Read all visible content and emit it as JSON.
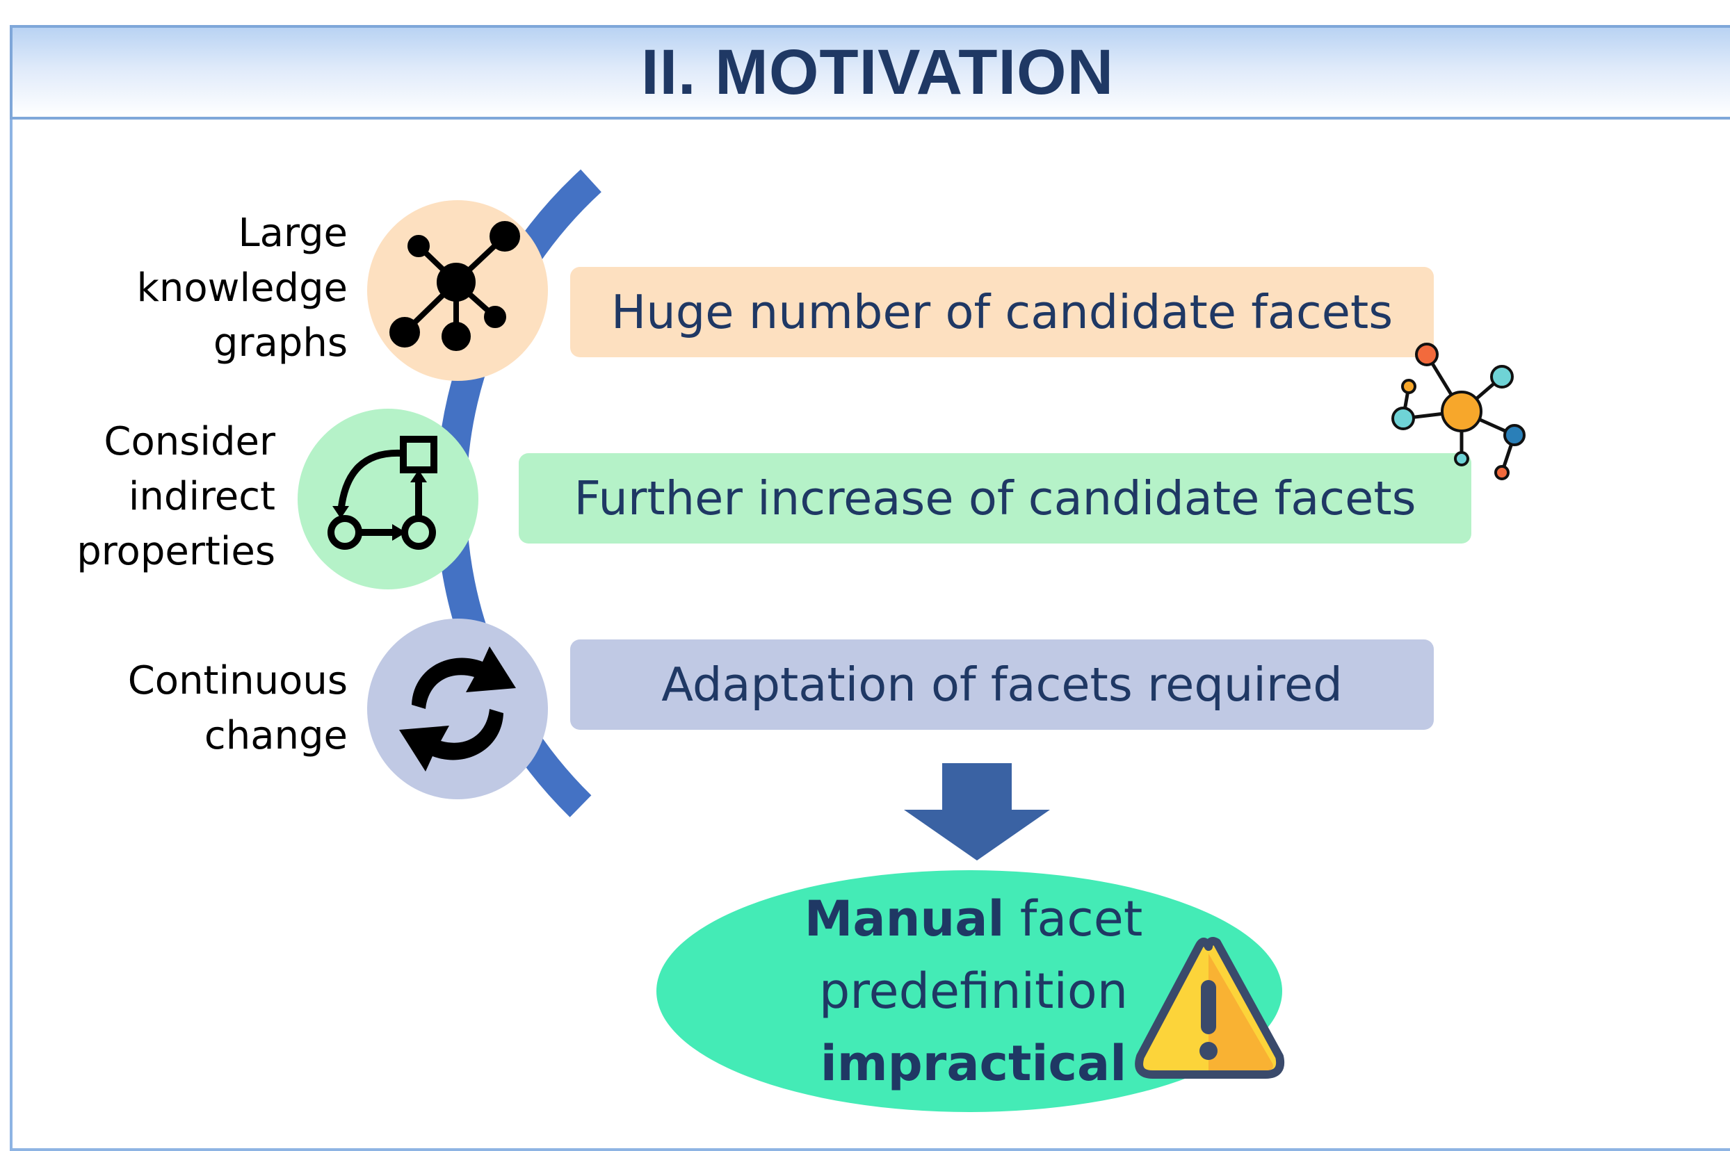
{
  "header": {
    "title": "II. MOTIVATION"
  },
  "items": [
    {
      "label": "Large\nknowledge\ngraphs",
      "icon": "network-node-icon",
      "color": "#fde0c0",
      "statement": "Huge number of candidate facets",
      "box_color": "#fde0c0"
    },
    {
      "label": "Consider\nindirect\nproperties",
      "icon": "indirect-path-icon",
      "color": "#b5f2c8",
      "statement": "Further increase of candidate facets",
      "box_color": "#b5f2c8"
    },
    {
      "label": "Continuous\nchange",
      "icon": "sync-arrows-icon",
      "color": "#c0c9e4",
      "statement": "Adaptation of facets required",
      "box_color": "#c0c9e4"
    }
  ],
  "conclusion": {
    "line1_bold": "Manual",
    "line1_rest": " facet",
    "line2": "predefinition",
    "line3_bold": "impractical",
    "icon": "warning-icon"
  },
  "colors": {
    "arc": "#4472c4",
    "arrow": "#3a62a3",
    "title": "#1f3864",
    "ellipse": "#44ebb6"
  }
}
